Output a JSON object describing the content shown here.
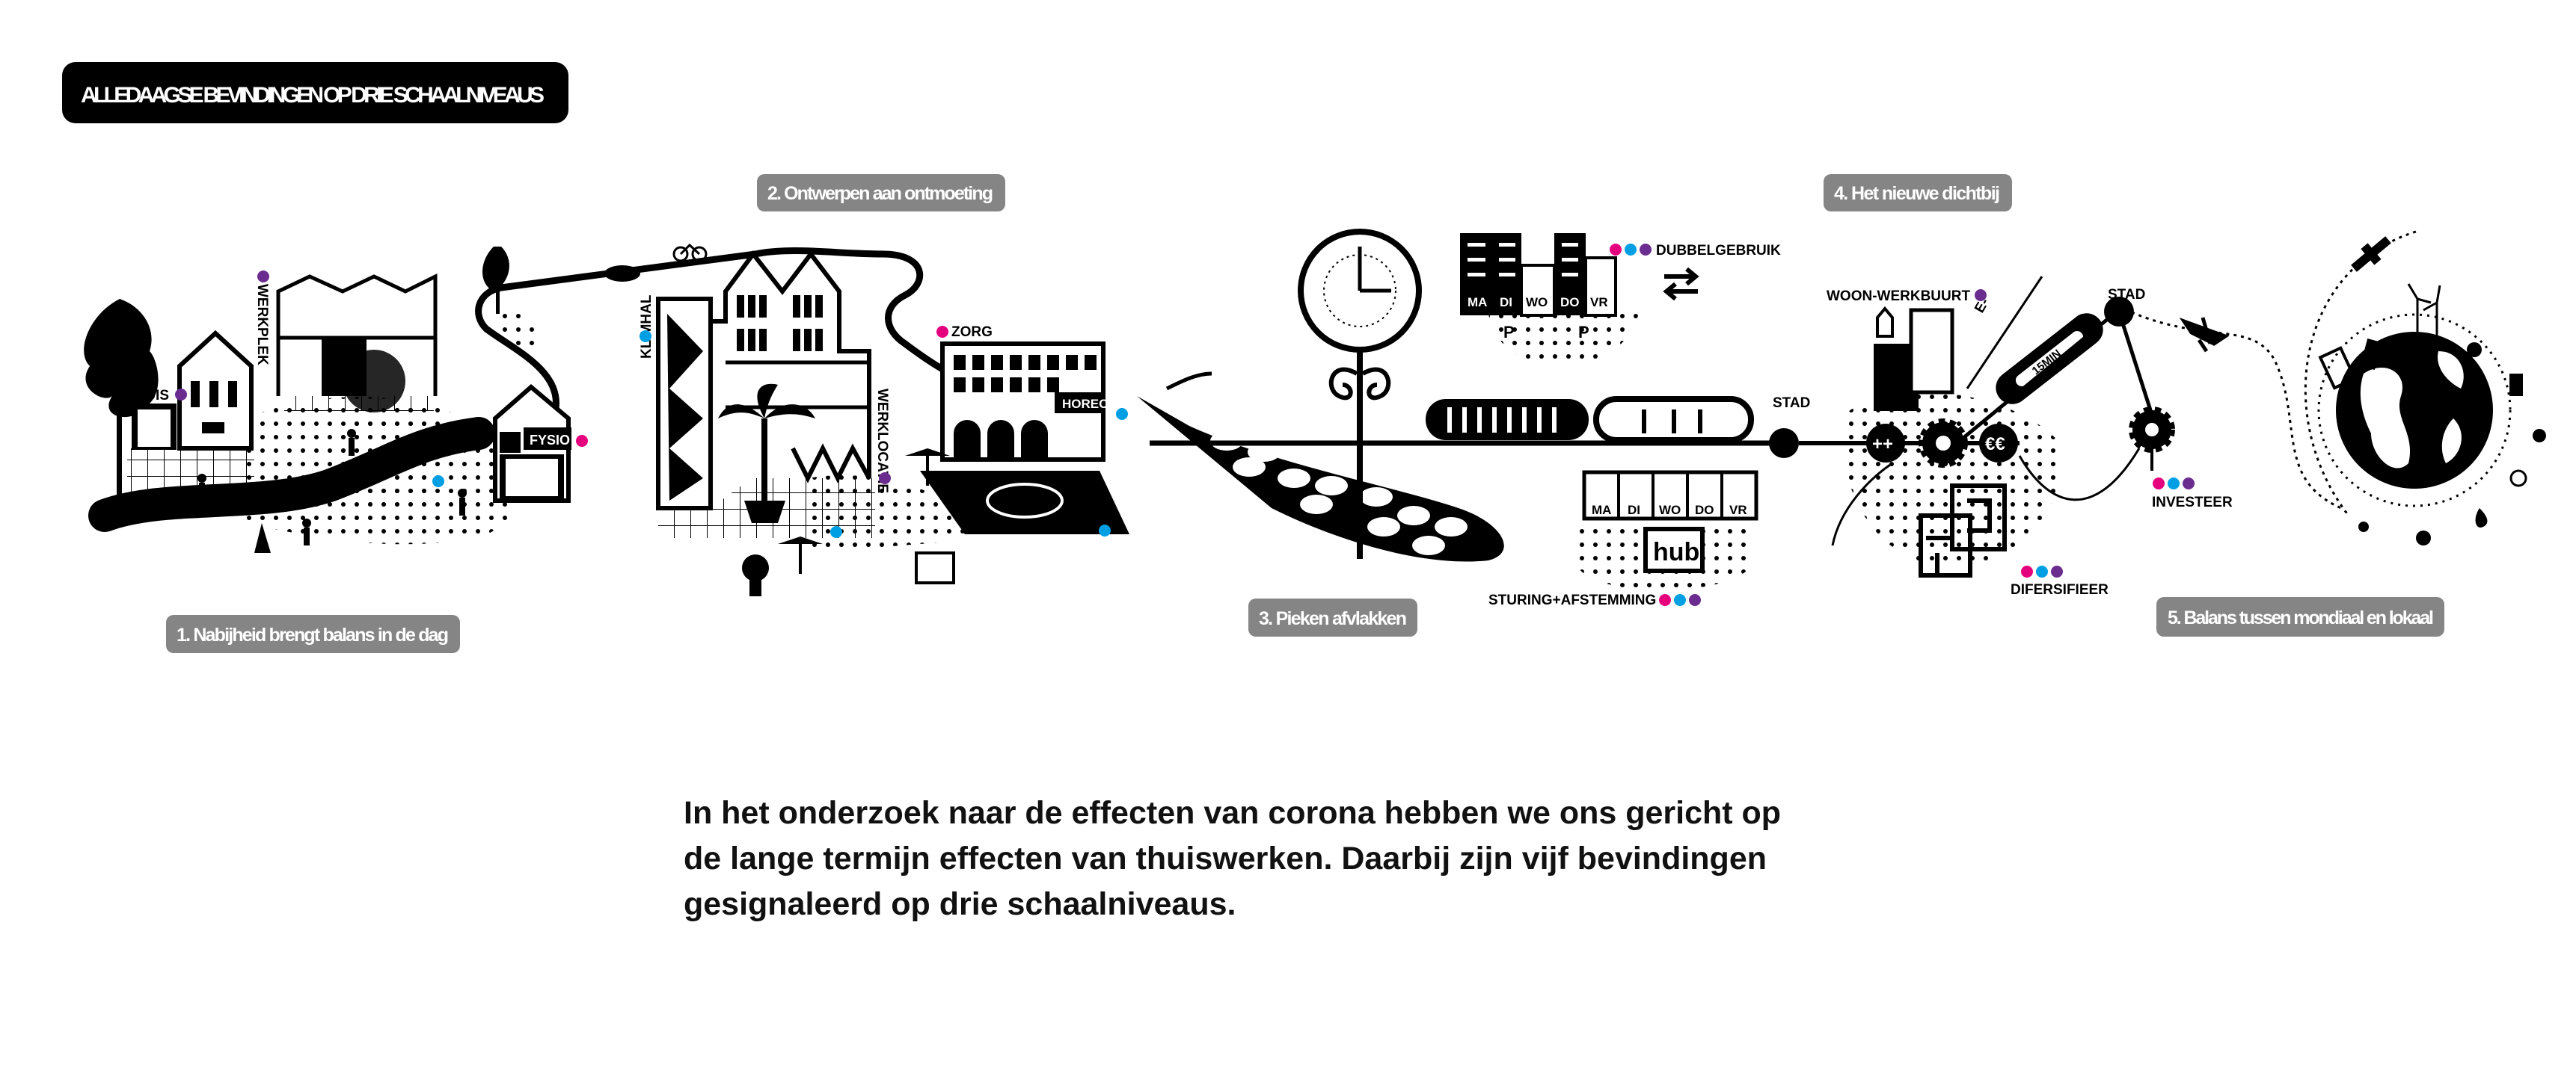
{
  "title": "ALLEDAAGSE BEVINDINGEN OP DRIE SCHAALNIVEAUS",
  "findings": [
    {
      "label": "1. Nabijheid brengt balans in de dag"
    },
    {
      "label": "2. Ontwerpen aan ontmoeting"
    },
    {
      "label": "3. Pieken afvlakken"
    },
    {
      "label": "4. Het nieuwe dichtbij"
    },
    {
      "label": "5. Balans tussen mondiaal en lokaal"
    }
  ],
  "labels": {
    "thuis": "THUIS",
    "werkplek": "WERKPLEK",
    "fysio": "FYSIO",
    "klimhal": "KLIMHAL",
    "werklocatie": "WERKLOCATIE",
    "zorg": "ZORG",
    "horeca": "HORECA",
    "dubbelgebruik": "DUBBELGEBRUIK",
    "parking": "P",
    "stad": "STAD",
    "woon_werkbuurt": "WOON-WERKBUURT",
    "e_bike": "E-",
    "fifteen_min": "15MIN",
    "investeer": "INVESTEER",
    "diversifieer": "DIFERSIFIEER",
    "sturing": "STURING+AFSTEMMING",
    "hub": "hub",
    "plus": "++",
    "euro": "€€"
  },
  "days": [
    "MA",
    "DI",
    "WO",
    "DO",
    "VR"
  ],
  "colors": {
    "magenta": "#e5007e",
    "cyan": "#009fe3",
    "purple": "#6b2c8f",
    "pill_grey": "#858585",
    "black": "#000000"
  },
  "intro": {
    "lines": [
      "In het onderzoek naar de effecten van corona hebben we ons gericht op",
      "de lange termijn effecten van thuiswerken. Daarbij zijn vijf bevindingen",
      "gesignaleerd op drie schaalniveaus."
    ]
  }
}
